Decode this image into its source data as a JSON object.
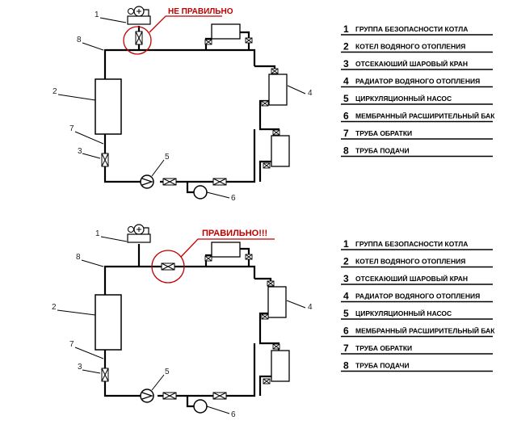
{
  "diagrams": [
    {
      "callout": "НЕ ПРАВИЛЬНО",
      "labels": [
        "1",
        "2",
        "3",
        "4",
        "5",
        "6",
        "7",
        "8"
      ]
    },
    {
      "callout": "ПРАВИЛЬНО!!!",
      "labels": [
        "1",
        "2",
        "3",
        "4",
        "5",
        "6",
        "7",
        "8"
      ]
    }
  ],
  "legend": [
    {
      "num": "1",
      "text": "ГРУППА БЕЗОПАСНОСТИ КОТЛА"
    },
    {
      "num": "2",
      "text": "КОТЕЛ ВОДЯНОГО ОТОПЛЕНИЯ"
    },
    {
      "num": "3",
      "text": "ОТСЕКАЮШИЙ ШАРОВЫЙ КРАН"
    },
    {
      "num": "4",
      "text": "РАДИАТОР ВОДЯНОГО ОТОПЛЕНИЯ"
    },
    {
      "num": "5",
      "text": "ЦИРКУЛЯЦИОННЫЙ НАСОС"
    },
    {
      "num": "6",
      "text": "МЕМБРАННЫЙ  РАСШИРИТЕЛЬНЫЙ БАК"
    },
    {
      "num": "7",
      "text": "ТРУБА ОБРАТКИ"
    },
    {
      "num": "8",
      "text": "ТРУБА ПОДАЧИ"
    }
  ],
  "legend2": [
    {
      "num": "1",
      "text": "ГРУППА БЕЗОПАСНОСТИ КОТЛА"
    },
    {
      "num": "2",
      "text": "КОТЕЛ ВОДЯНОГО ОТОПЛЕНИЯ"
    },
    {
      "num": "3",
      "text": "ОТСЕКАЮШИЙ ШАРОВЫЙ КРАН"
    },
    {
      "num": "4",
      "text": "РАДИАТОР ВОДЯНОГО ОТОПЛЕНИЯ"
    },
    {
      "num": "5",
      "text": "ЦИРКУЛЯЦИОННЫЙ НАСОС"
    },
    {
      "num": "6",
      "text": "МЕМБРАННЫЙ  РАСШИРИТЕЛЬНЫЙ БАК"
    },
    {
      "num": "7",
      "text": "ТРУБА ОБРАТКИ"
    },
    {
      "num": "8",
      "text": "ТРУБА ПОДАЧИ"
    }
  ],
  "colors": {
    "line": "#000000",
    "accent": "#c00000"
  }
}
